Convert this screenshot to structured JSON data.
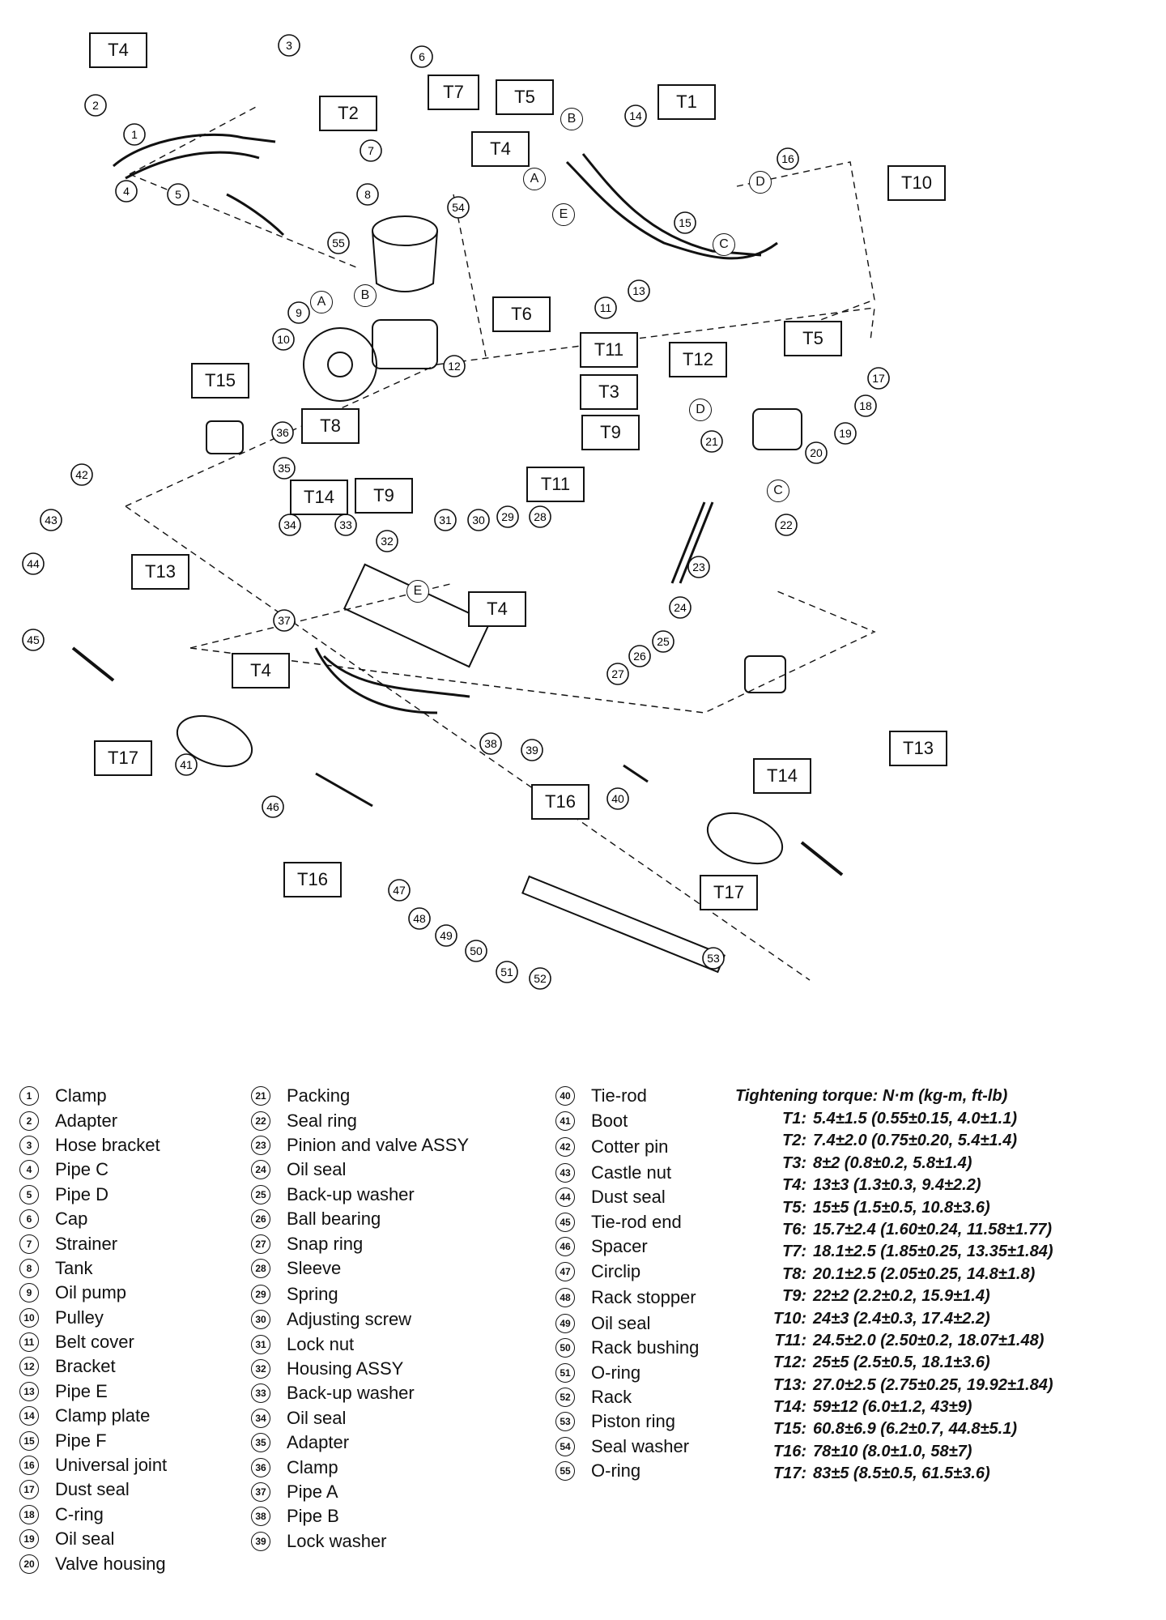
{
  "torque_labels": [
    "T1",
    "T2",
    "T3",
    "T4",
    "T5",
    "T6",
    "T7",
    "T8",
    "T9",
    "T10",
    "T11",
    "T12",
    "T13",
    "T14",
    "T15",
    "T16",
    "T17"
  ],
  "connector_letters": [
    "A",
    "B",
    "C",
    "D",
    "E"
  ],
  "legend_col1": [
    {
      "n": "1",
      "label": "Clamp"
    },
    {
      "n": "2",
      "label": "Adapter"
    },
    {
      "n": "3",
      "label": "Hose bracket"
    },
    {
      "n": "4",
      "label": "Pipe C"
    },
    {
      "n": "5",
      "label": "Pipe D"
    },
    {
      "n": "6",
      "label": "Cap"
    },
    {
      "n": "7",
      "label": "Strainer"
    },
    {
      "n": "8",
      "label": "Tank"
    },
    {
      "n": "9",
      "label": "Oil pump"
    },
    {
      "n": "10",
      "label": "Pulley"
    },
    {
      "n": "11",
      "label": "Belt cover"
    },
    {
      "n": "12",
      "label": "Bracket"
    },
    {
      "n": "13",
      "label": "Pipe E"
    },
    {
      "n": "14",
      "label": "Clamp plate"
    },
    {
      "n": "15",
      "label": "Pipe F"
    },
    {
      "n": "16",
      "label": "Universal joint"
    },
    {
      "n": "17",
      "label": "Dust seal"
    },
    {
      "n": "18",
      "label": "C-ring"
    },
    {
      "n": "19",
      "label": "Oil seal"
    },
    {
      "n": "20",
      "label": "Valve housing"
    }
  ],
  "legend_col2": [
    {
      "n": "21",
      "label": "Packing"
    },
    {
      "n": "22",
      "label": "Seal ring"
    },
    {
      "n": "23",
      "label": "Pinion and valve ASSY"
    },
    {
      "n": "24",
      "label": "Oil seal"
    },
    {
      "n": "25",
      "label": "Back-up washer"
    },
    {
      "n": "26",
      "label": "Ball bearing"
    },
    {
      "n": "27",
      "label": "Snap ring"
    },
    {
      "n": "28",
      "label": "Sleeve"
    },
    {
      "n": "29",
      "label": "Spring"
    },
    {
      "n": "30",
      "label": "Adjusting screw"
    },
    {
      "n": "31",
      "label": "Lock nut"
    },
    {
      "n": "32",
      "label": "Housing ASSY"
    },
    {
      "n": "33",
      "label": "Back-up washer"
    },
    {
      "n": "34",
      "label": "Oil seal"
    },
    {
      "n": "35",
      "label": "Adapter"
    },
    {
      "n": "36",
      "label": "Clamp"
    },
    {
      "n": "37",
      "label": "Pipe A"
    },
    {
      "n": "38",
      "label": "Pipe B"
    },
    {
      "n": "39",
      "label": "Lock washer"
    }
  ],
  "legend_col3": [
    {
      "n": "40",
      "label": "Tie-rod"
    },
    {
      "n": "41",
      "label": "Boot"
    },
    {
      "n": "42",
      "label": "Cotter pin"
    },
    {
      "n": "43",
      "label": "Castle nut"
    },
    {
      "n": "44",
      "label": "Dust seal"
    },
    {
      "n": "45",
      "label": "Tie-rod end"
    },
    {
      "n": "46",
      "label": "Spacer"
    },
    {
      "n": "47",
      "label": "Circlip"
    },
    {
      "n": "48",
      "label": "Rack stopper"
    },
    {
      "n": "49",
      "label": "Oil seal"
    },
    {
      "n": "50",
      "label": "Rack bushing"
    },
    {
      "n": "51",
      "label": "O-ring"
    },
    {
      "n": "52",
      "label": "Rack"
    },
    {
      "n": "53",
      "label": "Piston ring"
    },
    {
      "n": "54",
      "label": "Seal washer"
    },
    {
      "n": "55",
      "label": "O-ring"
    }
  ],
  "torque_table": {
    "title": "Tightening torque: N·m (kg-m, ft-lb)",
    "rows": [
      {
        "code": "T1:",
        "value": "5.4±1.5 (0.55±0.15, 4.0±1.1)"
      },
      {
        "code": "T2:",
        "value": "7.4±2.0 (0.75±0.20, 5.4±1.4)"
      },
      {
        "code": "T3:",
        "value": "8±2 (0.8±0.2, 5.8±1.4)"
      },
      {
        "code": "T4:",
        "value": "13±3 (1.3±0.3, 9.4±2.2)"
      },
      {
        "code": "T5:",
        "value": "15±5 (1.5±0.5, 10.8±3.6)"
      },
      {
        "code": "T6:",
        "value": "15.7±2.4 (1.60±0.24, 11.58±1.77)"
      },
      {
        "code": "T7:",
        "value": "18.1±2.5 (1.85±0.25, 13.35±1.84)"
      },
      {
        "code": "T8:",
        "value": "20.1±2.5 (2.05±0.25, 14.8±1.8)"
      },
      {
        "code": "T9:",
        "value": "22±2 (2.2±0.2, 15.9±1.4)"
      },
      {
        "code": "T10:",
        "value": "24±3 (2.4±0.3, 17.4±2.2)"
      },
      {
        "code": "T11:",
        "value": "24.5±2.0 (2.50±0.2, 18.07±1.48)"
      },
      {
        "code": "T12:",
        "value": "25±5 (2.5±0.5, 18.1±3.6)"
      },
      {
        "code": "T13:",
        "value": "27.0±2.5 (2.75±0.25, 19.92±1.84)"
      },
      {
        "code": "T14:",
        "value": "59±12 (6.0±1.2, 43±9)"
      },
      {
        "code": "T15:",
        "value": "60.8±6.9 (6.2±0.7, 44.8±5.1)"
      },
      {
        "code": "T16:",
        "value": "78±10 (8.0±1.0, 58±7)"
      },
      {
        "code": "T17:",
        "value": "83±5 (8.5±0.5, 61.5±3.6)"
      }
    ]
  }
}
